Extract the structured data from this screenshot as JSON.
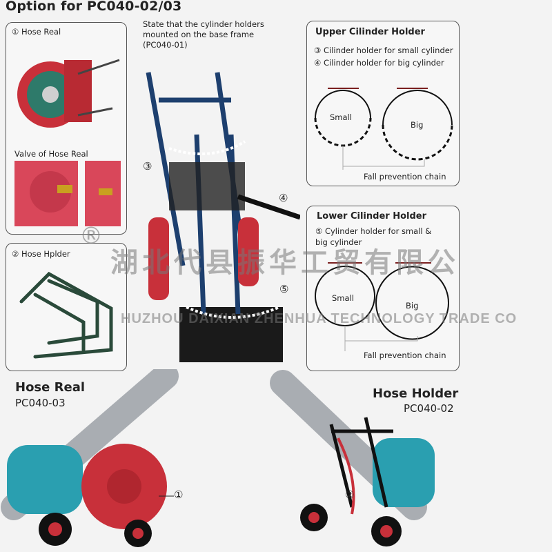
{
  "title": "Option for PC040-02/03",
  "state_note": "State that the cylinder holders mounted on the base frame (PC040-01)",
  "hose_real_panel": {
    "label": "① Hose Real",
    "valve_label": "Valve of Hose Real"
  },
  "hose_holder_panel": {
    "label": "② Hose Hplder"
  },
  "callouts": [
    "③",
    "④",
    "⑤",
    "①",
    "②"
  ],
  "upper": {
    "title": "Upper  Cilinder Holder",
    "items": [
      "③ Cilinder holder for small cylinder",
      "④ Cilinder holder for big cylinder"
    ],
    "small": "Small",
    "big": "Big",
    "chain": "Fall prevention chain"
  },
  "lower": {
    "title": "Lower Cilinder Holder",
    "items": [
      "⑤ Cylinder holder for small & big cylinder"
    ],
    "small": "Small",
    "big": "Big",
    "chain": "Fall prevention chain"
  },
  "product_left": {
    "name": "Hose Real",
    "code": "PC040-03"
  },
  "product_right": {
    "name": "Hose Holder",
    "code": "PC040-02"
  },
  "watermark": {
    "cn": "湖北代县振华工贸有限公",
    "en": "HUZHOU DAIXIAN ZHENHUA TECHNOLOGY TRADE CO",
    "reg": "®"
  },
  "colors": {
    "frame": "#1d3f6e",
    "reel": "#c8303a",
    "cylinder": "#a9adb2",
    "tank": "#2a9fb0"
  }
}
